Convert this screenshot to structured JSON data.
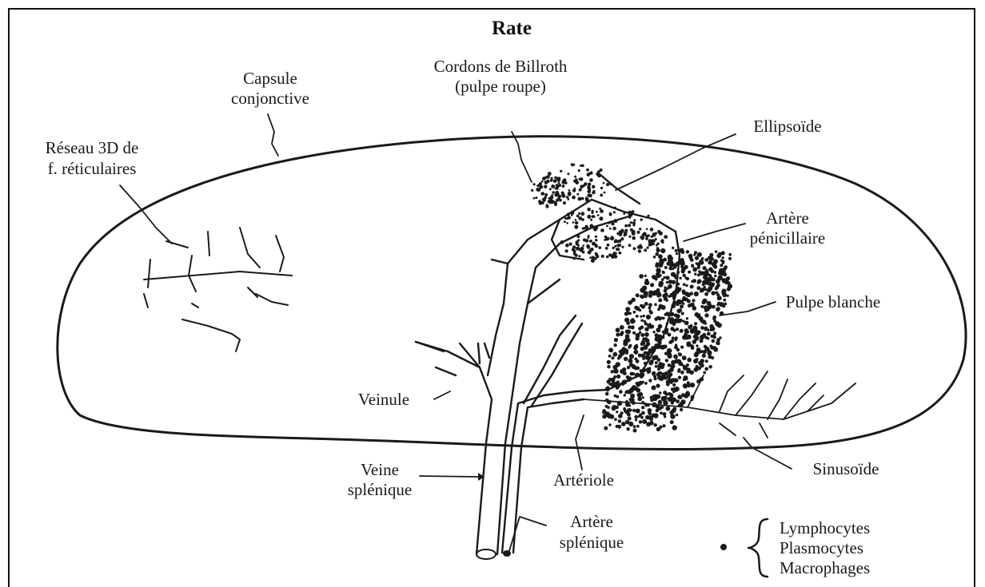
{
  "title": "Rate",
  "labels": {
    "capsule": [
      "Capsule",
      "conjonctive"
    ],
    "reseau": [
      "Réseau 3D de",
      "f. réticulaires"
    ],
    "cordons": [
      "Cordons de Billroth",
      "(pulpe roupe)"
    ],
    "ellipsoide": "Ellipsoïde",
    "artere_penicillaire": [
      "Artère",
      "pénicillaire"
    ],
    "pulpe_blanche": "Pulpe blanche",
    "veinule": "Veinule",
    "veine_splenique": [
      "Veine",
      "splénique"
    ],
    "arteriole": "Artériole",
    "sinusoide": "Sinusoïde",
    "artere_splenique": [
      "Artère",
      "splénique"
    ]
  },
  "legend": {
    "items": [
      "Lymphocytes",
      "Plasmocytes",
      "Macrophages"
    ]
  }
}
